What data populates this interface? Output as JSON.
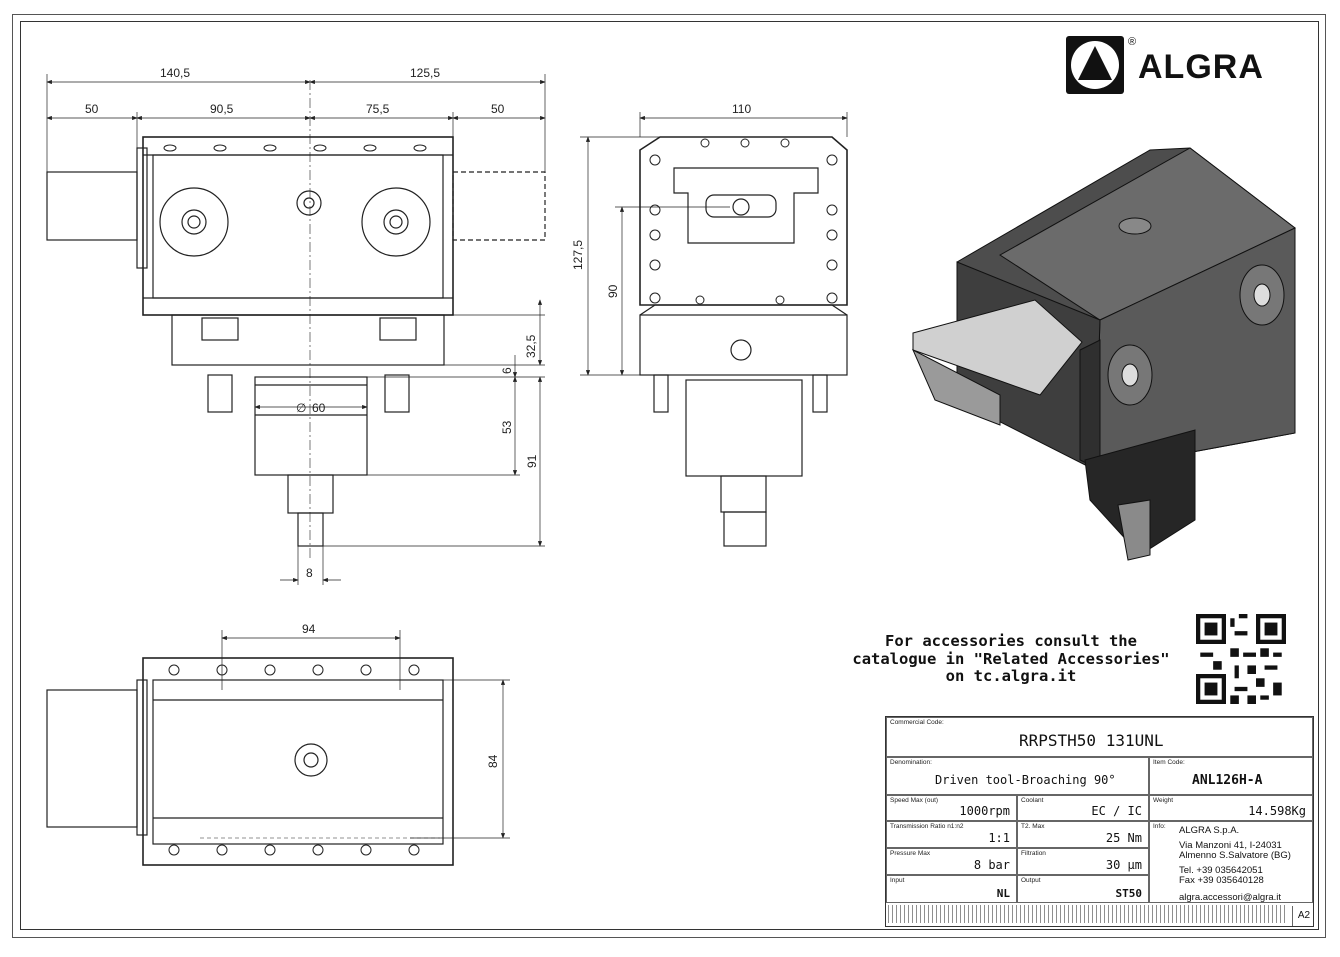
{
  "dimensions": {
    "front_total_left": "140,5",
    "front_total_right": "125,5",
    "front_seg1": "50",
    "front_seg2": "90,5",
    "front_seg3": "75,5",
    "front_seg4": "50",
    "front_h1": "32,5",
    "front_h2": "6",
    "front_h3": "53",
    "front_h4": "91",
    "front_dia": "60",
    "front_shank": "8",
    "side_width": "110",
    "side_height": "127,5",
    "side_height2": "90",
    "top_width": "94",
    "top_height": "84"
  },
  "logo": {
    "name": "ALGRA",
    "reg": "®"
  },
  "notice": {
    "line1": "For accessories consult the",
    "line2": "catalogue in \"Related Accessories\"",
    "line3": "on tc.algra.it"
  },
  "title_block": {
    "commercial_code_label": "Commercial Code:",
    "commercial_code": "RRPSTH50 131UNL",
    "denomination_label": "Denomination:",
    "denomination": "Driven tool-Broaching 90°",
    "item_code_label": "Item Code:",
    "item_code": "ANL126H-A",
    "speed_label": "Speed Max (out)",
    "speed": "1000rpm",
    "coolant_label": "Coolant",
    "coolant": "EC / IC",
    "weight_label": "Weight",
    "weight": "14.598Kg",
    "ratio_label": "Transmission Ratio n1:n2",
    "ratio": "1:1",
    "torque_label": "T2. Max",
    "torque": "25 Nm",
    "info_label": "Info:",
    "pressure_label": "Pressure Max",
    "pressure": "8 bar",
    "filtration_label": "Filtration",
    "filtration": "30 µm",
    "input_label": "Input",
    "input": "NL",
    "output_label": "Output",
    "output": "ST50",
    "company": "ALGRA S.p.A.",
    "address1": "Via Manzoni 41, I-24031",
    "address2": "Almenno S.Salvatore (BG)",
    "tel": "Tel. +39 035642051",
    "fax": "Fax +39 035640128",
    "email": "algra.accessori@algra.it",
    "sheet": "A2"
  }
}
